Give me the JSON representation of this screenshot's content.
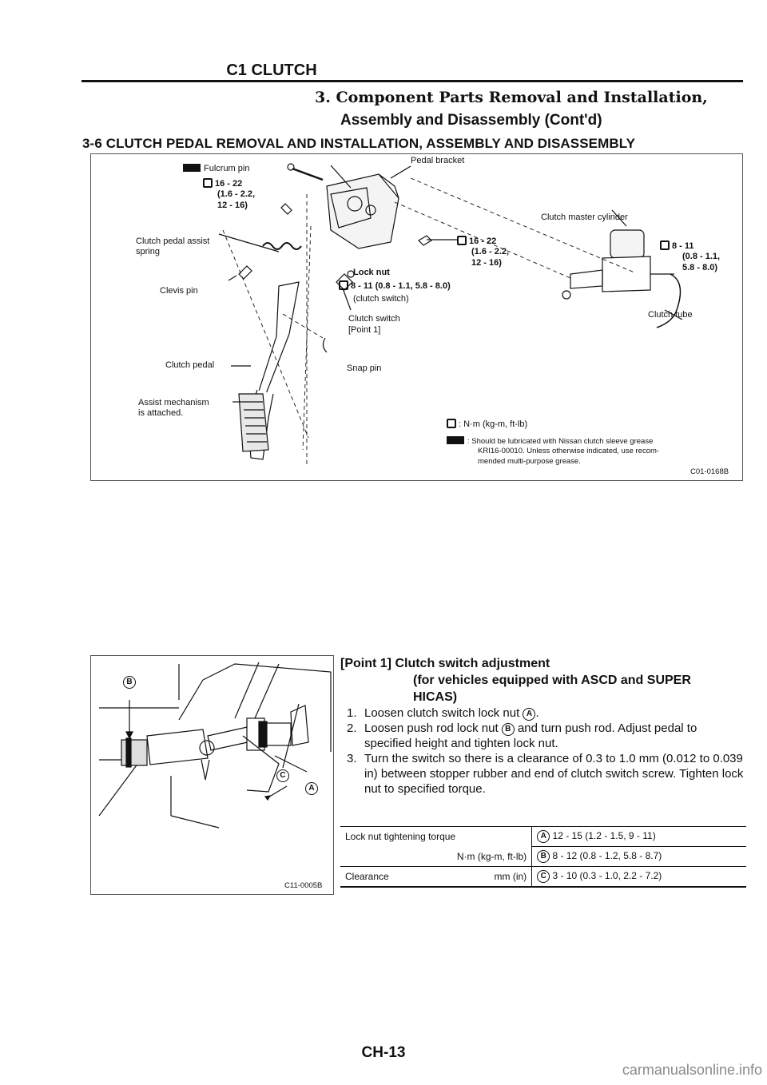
{
  "header": {
    "title": "C1 CLUTCH",
    "subtitle1": "3. Component Parts Removal and Installation,",
    "subtitle2": "Assembly and Disassembly (Cont'd)"
  },
  "section_title": "3-6 CLUTCH PEDAL REMOVAL AND INSTALLATION, ASSEMBLY AND DISASSEMBLY",
  "figure1": {
    "labels": {
      "fulcrum_pin": "Fulcrum pin",
      "torque_a_1": "16 - 22",
      "torque_a_2": "(1.6 - 2.2,",
      "torque_a_3": "12 - 16)",
      "clutch_pedal_assist_1": "Clutch pedal assist",
      "clutch_pedal_assist_2": "spring",
      "clevis_pin": "Clevis pin",
      "clutch_pedal": "Clutch pedal",
      "assist_mechanism_1": "Assist mechanism",
      "assist_mechanism_2": "is attached.",
      "pedal_bracket": "Pedal bracket",
      "torque_b_1": "16 - 22",
      "torque_b_2": "(1.6 - 2.2,",
      "torque_b_3": "12 - 16)",
      "lock_nut": "Lock nut",
      "torque_c": "8 - 11 (0.8 - 1.1, 5.8 - 8.0)",
      "clutch_switch_paren": "(clutch switch)",
      "clutch_switch": "Clutch switch",
      "point1": "[Point 1]",
      "snap_pin": "Snap pin",
      "clutch_master_cylinder": "Clutch master cylinder",
      "torque_d_1": "8 - 11",
      "torque_d_2": "(0.8 - 1.1,",
      "torque_d_3": "5.8 - 8.0)",
      "clutch_tube": "Clutch tube"
    },
    "legend": {
      "torque_unit": ": N·m (kg-m, ft-lb)",
      "grease_1": ": Should be lubricated with Nissan clutch sleeve grease",
      "grease_2": "KRI16-00010. Unless otherwise indicated, use recom-",
      "grease_3": "mended multi-purpose grease."
    },
    "code": "C01-0168B"
  },
  "figure2": {
    "code": "C11-0005B",
    "marker_a": "A",
    "marker_b": "B",
    "marker_c": "C"
  },
  "point1": {
    "heading_1": "[Point 1] Clutch switch adjustment",
    "heading_2": "(for vehicles equipped with ASCD and SUPER",
    "heading_3": "HICAS)",
    "steps": [
      {
        "num": "1.",
        "pre": "Loosen clutch switch lock nut",
        "marker": "A",
        "post": "."
      },
      {
        "num": "2.",
        "pre": "Loosen push rod lock nut",
        "marker": "B",
        "post": "and turn push rod. Adjust pedal to specified height and tighten lock nut."
      },
      {
        "num": "3.",
        "text": "Turn the switch so there is a clearance of 0.3 to 1.0 mm (0.012 to 0.039 in) between stopper rubber and end of clutch switch screw. Tighten lock nut to specified torque."
      }
    ]
  },
  "spec_table": {
    "row1_label_1": "Lock nut tightening torque",
    "row1_label_2": "N·m (kg-m, ft-lb)",
    "row1_a_marker": "A",
    "row1_a_value": "12 - 15 (1.2 - 1.5, 9 - 11)",
    "row1_b_marker": "B",
    "row1_b_value": "8 - 12 (0.8 - 1.2, 5.8 - 8.7)",
    "row2_label": "Clearance",
    "row2_unit": "mm (in)",
    "row2_c_marker": "C",
    "row2_c_value": "3 - 10 (0.3 - 1.0, 2.2 - 7.2)"
  },
  "page_number": "CH-13",
  "watermark": "carmanualsonline.info"
}
